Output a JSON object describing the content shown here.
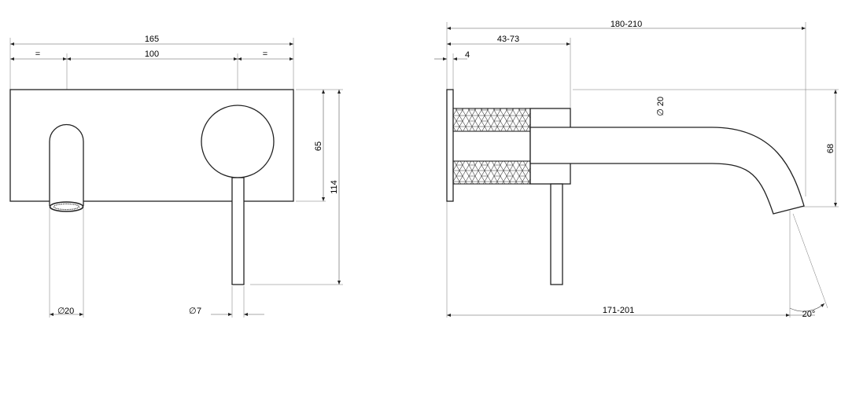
{
  "front_view": {
    "width_label": "165",
    "centers_label": "100",
    "equal_left_label": "=",
    "equal_right_label": "=",
    "height_label": "65",
    "total_height_label": "114",
    "spout_diameter_label": "20",
    "lever_diameter_label": "7",
    "diameter_symbol": "∅"
  },
  "side_view": {
    "total_length_label": "180-210",
    "wall_depth_label": "43-73",
    "plate_thickness_label": "4",
    "spout_diameter_label": "20",
    "outlet_height_label": "68",
    "projection_label": "171-201",
    "angle_label": "20°",
    "diameter_symbol": "∅"
  }
}
